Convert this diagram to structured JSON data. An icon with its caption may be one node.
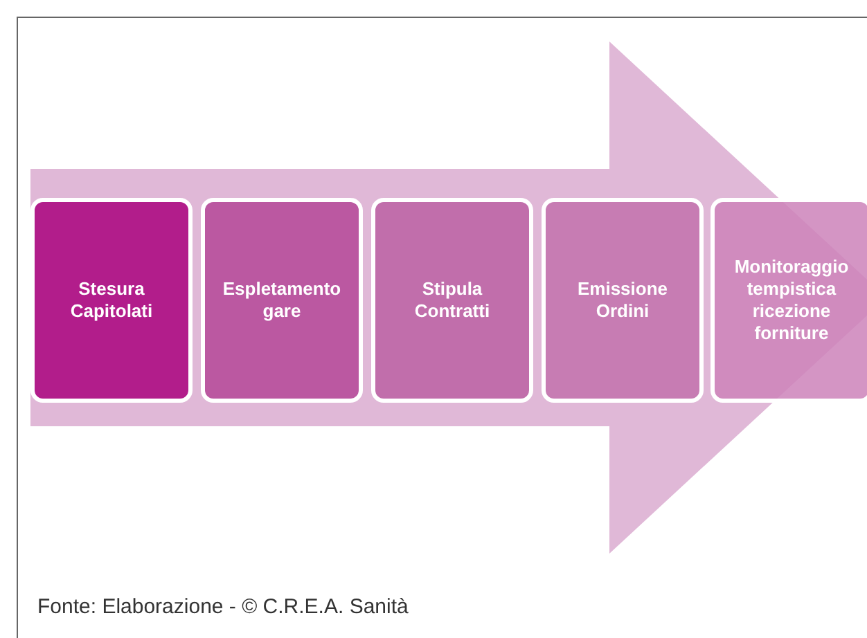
{
  "diagram": {
    "caption": "Fonte: Elaborazione - © C.R.E.A. Sanità",
    "nodes": [
      {
        "text": [
          "Stesura Capitolati"
        ]
      },
      {
        "text": [
          "Espletamento gare"
        ]
      },
      {
        "text": [
          "Stipula Contratti"
        ]
      },
      {
        "text": [
          "Emissione Ordini"
        ]
      },
      {
        "text": [
          "Monitoraggio tempistica ricezione forniture"
        ]
      }
    ],
    "edges": [
      {
        "from": 0,
        "to": 4,
        "arrow": "to"
      }
    ]
  }
}
